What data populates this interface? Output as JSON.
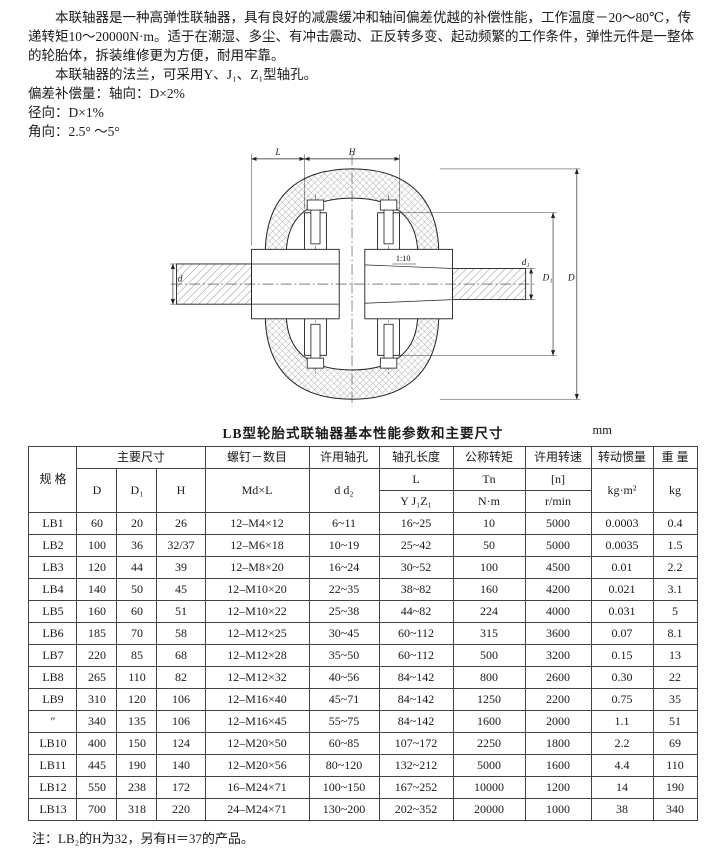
{
  "doc": {
    "para1": "本联轴器是一种高弹性联轴器，具有良好的减震缓冲和轴间偏差优越的补偿性能，工作温度－20～80℃，传递转矩10～20000N·m。适于在潮湿、多尘、有冲击震动、正反转多变、起动频繁的工作条件，弹性元件是一整体的轮胎体，拆装维修更为方便，耐用牢靠。",
    "para2": "本联轴器的法兰，可采用Y、J₁、Z₁型轴孔。",
    "comp_axial": "偏差补偿量：轴向：D×2%",
    "comp_radial": "径向：D×1%",
    "comp_angular": "角向：2.5° ～5°",
    "footnote": "注：LB₂的H为32，另有H＝37的产品。"
  },
  "drawing": {
    "labels": {
      "L": "L",
      "H": "H",
      "d": "d",
      "d1": "d₁",
      "D1": "D₁",
      "D": "D",
      "taper": "1:10"
    }
  },
  "table": {
    "title": "LB型轮胎式联轴器基本性能参数和主要尺寸",
    "unit": "mm",
    "header": {
      "spec": "规  格",
      "main_dims": "主要尺寸",
      "d_col": "D",
      "d1_col": "D₁",
      "h_col": "H",
      "bolts": "螺钉－数目",
      "bolts_sub": "Md×L",
      "bore": "许用轴孔",
      "bore_sub": "d d₂",
      "length": "轴孔长度",
      "length_l": "L",
      "length_types": "Y J₁Z₁",
      "torque": "公称转矩",
      "torque_sym": "Tn",
      "torque_unit": "N·m",
      "speed": "许用转速",
      "speed_sym": "[n]",
      "speed_unit": "r/min",
      "inertia": "转动惯量",
      "inertia_unit": "kg·m²",
      "weight": "重  量",
      "weight_unit": "kg"
    },
    "rows": [
      [
        "LB1",
        "60",
        "20",
        "26",
        "12–M4×12",
        "6~11",
        "16~25",
        "10",
        "5000",
        "0.0003",
        "0.4"
      ],
      [
        "LB2",
        "100",
        "36",
        "32/37",
        "12–M6×18",
        "10~19",
        "25~42",
        "50",
        "5000",
        "0.0035",
        "1.5"
      ],
      [
        "LB3",
        "120",
        "44",
        "39",
        "12–M8×20",
        "16~24",
        "30~52",
        "100",
        "4500",
        "0.01",
        "2.2"
      ],
      [
        "LB4",
        "140",
        "50",
        "45",
        "12–M10×20",
        "22~35",
        "38~82",
        "160",
        "4200",
        "0.021",
        "3.1"
      ],
      [
        "LB5",
        "160",
        "60",
        "51",
        "12–M10×22",
        "25~38",
        "44~82",
        "224",
        "4000",
        "0.031",
        "5"
      ],
      [
        "LB6",
        "185",
        "70",
        "58",
        "12–M12×25",
        "30~45",
        "60~112",
        "315",
        "3600",
        "0.07",
        "8.1"
      ],
      [
        "LB7",
        "220",
        "85",
        "68",
        "12–M12×28",
        "35~50",
        "60~112",
        "500",
        "3200",
        "0.15",
        "13"
      ],
      [
        "LB8",
        "265",
        "110",
        "82",
        "12–M12×32",
        "40~56",
        "84~142",
        "800",
        "2600",
        "0.30",
        "22"
      ],
      [
        "LB9",
        "310",
        "120",
        "106",
        "12–M16×40",
        "45~71",
        "84~142",
        "1250",
        "2200",
        "0.75",
        "35"
      ],
      [
        "″",
        "340",
        "135",
        "106",
        "12–M16×45",
        "55~75",
        "84~142",
        "1600",
        "2000",
        "1.1",
        "51"
      ],
      [
        "LB10",
        "400",
        "150",
        "124",
        "12–M20×50",
        "60~85",
        "107~172",
        "2250",
        "1800",
        "2.2",
        "69"
      ],
      [
        "LB11",
        "445",
        "190",
        "140",
        "12–M20×56",
        "80~120",
        "132~212",
        "5000",
        "1600",
        "4.4",
        "110"
      ],
      [
        "LB12",
        "550",
        "238",
        "172",
        "16–M24×71",
        "100~150",
        "167~252",
        "10000",
        "1200",
        "14",
        "190"
      ],
      [
        "LB13",
        "700",
        "318",
        "220",
        "24–M24×71",
        "130~200",
        "202~352",
        "20000",
        "1000",
        "38",
        "340"
      ]
    ]
  }
}
